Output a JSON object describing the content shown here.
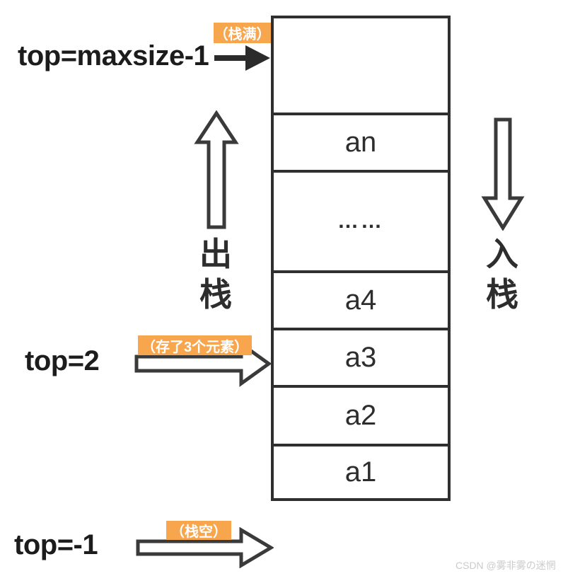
{
  "stack": {
    "cells": [
      "",
      "an",
      "……",
      "a4",
      "a3",
      "a2",
      "a1"
    ]
  },
  "pointers": {
    "full": {
      "label": "top=maxsize-1",
      "badge": "（栈满）"
    },
    "current": {
      "label": "top=2",
      "badge": "（存了3个元素）"
    },
    "empty": {
      "label": "top=-1",
      "badge": "（栈空）"
    }
  },
  "side_labels": {
    "pop": {
      "char1": "出",
      "char2": "栈"
    },
    "push": {
      "char1": "入",
      "char2": "栈"
    }
  },
  "watermark": "CSDN @雾非雾の迷惘",
  "colors": {
    "badge_orange": "#F7A64E",
    "line_dark": "#2f2f2f",
    "watermark_gray": "#cbcbcb"
  }
}
